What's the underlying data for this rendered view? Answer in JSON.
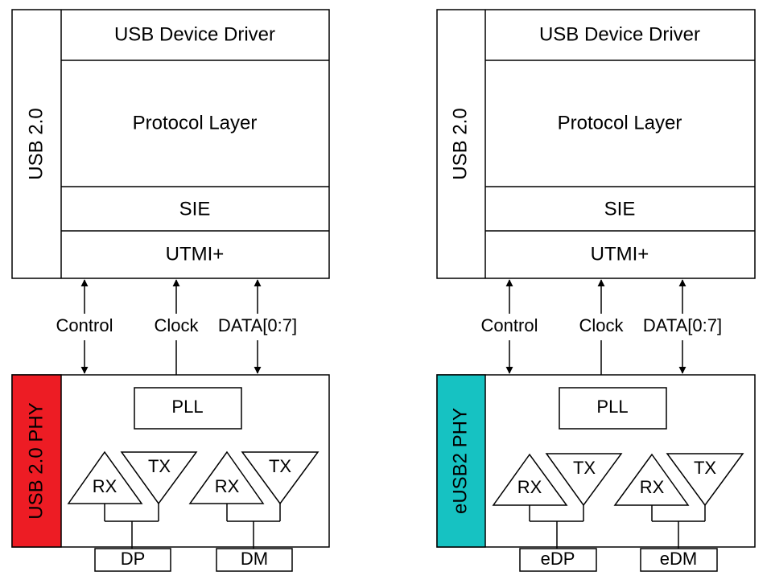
{
  "colors": {
    "usb20_phy_fill": "#ED1C24",
    "eusb2_phy_fill": "#16C2C2",
    "stroke": "#000000"
  },
  "left": {
    "stack_label": "USB 2.0",
    "layers": {
      "driver": "USB Device Driver",
      "protocol": "Protocol Layer",
      "sie": "SIE",
      "utmi": "UTMI+"
    },
    "signals": {
      "control": "Control",
      "clock": "Clock",
      "data": "DATA[0:7]"
    },
    "phy": {
      "label": "USB 2.0 PHY",
      "pll": "PLL",
      "rx1": "RX",
      "tx1": "TX",
      "rx2": "RX",
      "tx2": "TX",
      "pin1": "DP",
      "pin2": "DM"
    }
  },
  "right": {
    "stack_label": "USB 2.0",
    "layers": {
      "driver": "USB Device Driver",
      "protocol": "Protocol Layer",
      "sie": "SIE",
      "utmi": "UTMI+"
    },
    "signals": {
      "control": "Control",
      "clock": "Clock",
      "data": "DATA[0:7]"
    },
    "phy": {
      "label": "eUSB2 PHY",
      "pll": "PLL",
      "rx1": "RX",
      "tx1": "TX",
      "rx2": "RX",
      "tx2": "TX",
      "pin1": "eDP",
      "pin2": "eDM"
    }
  }
}
